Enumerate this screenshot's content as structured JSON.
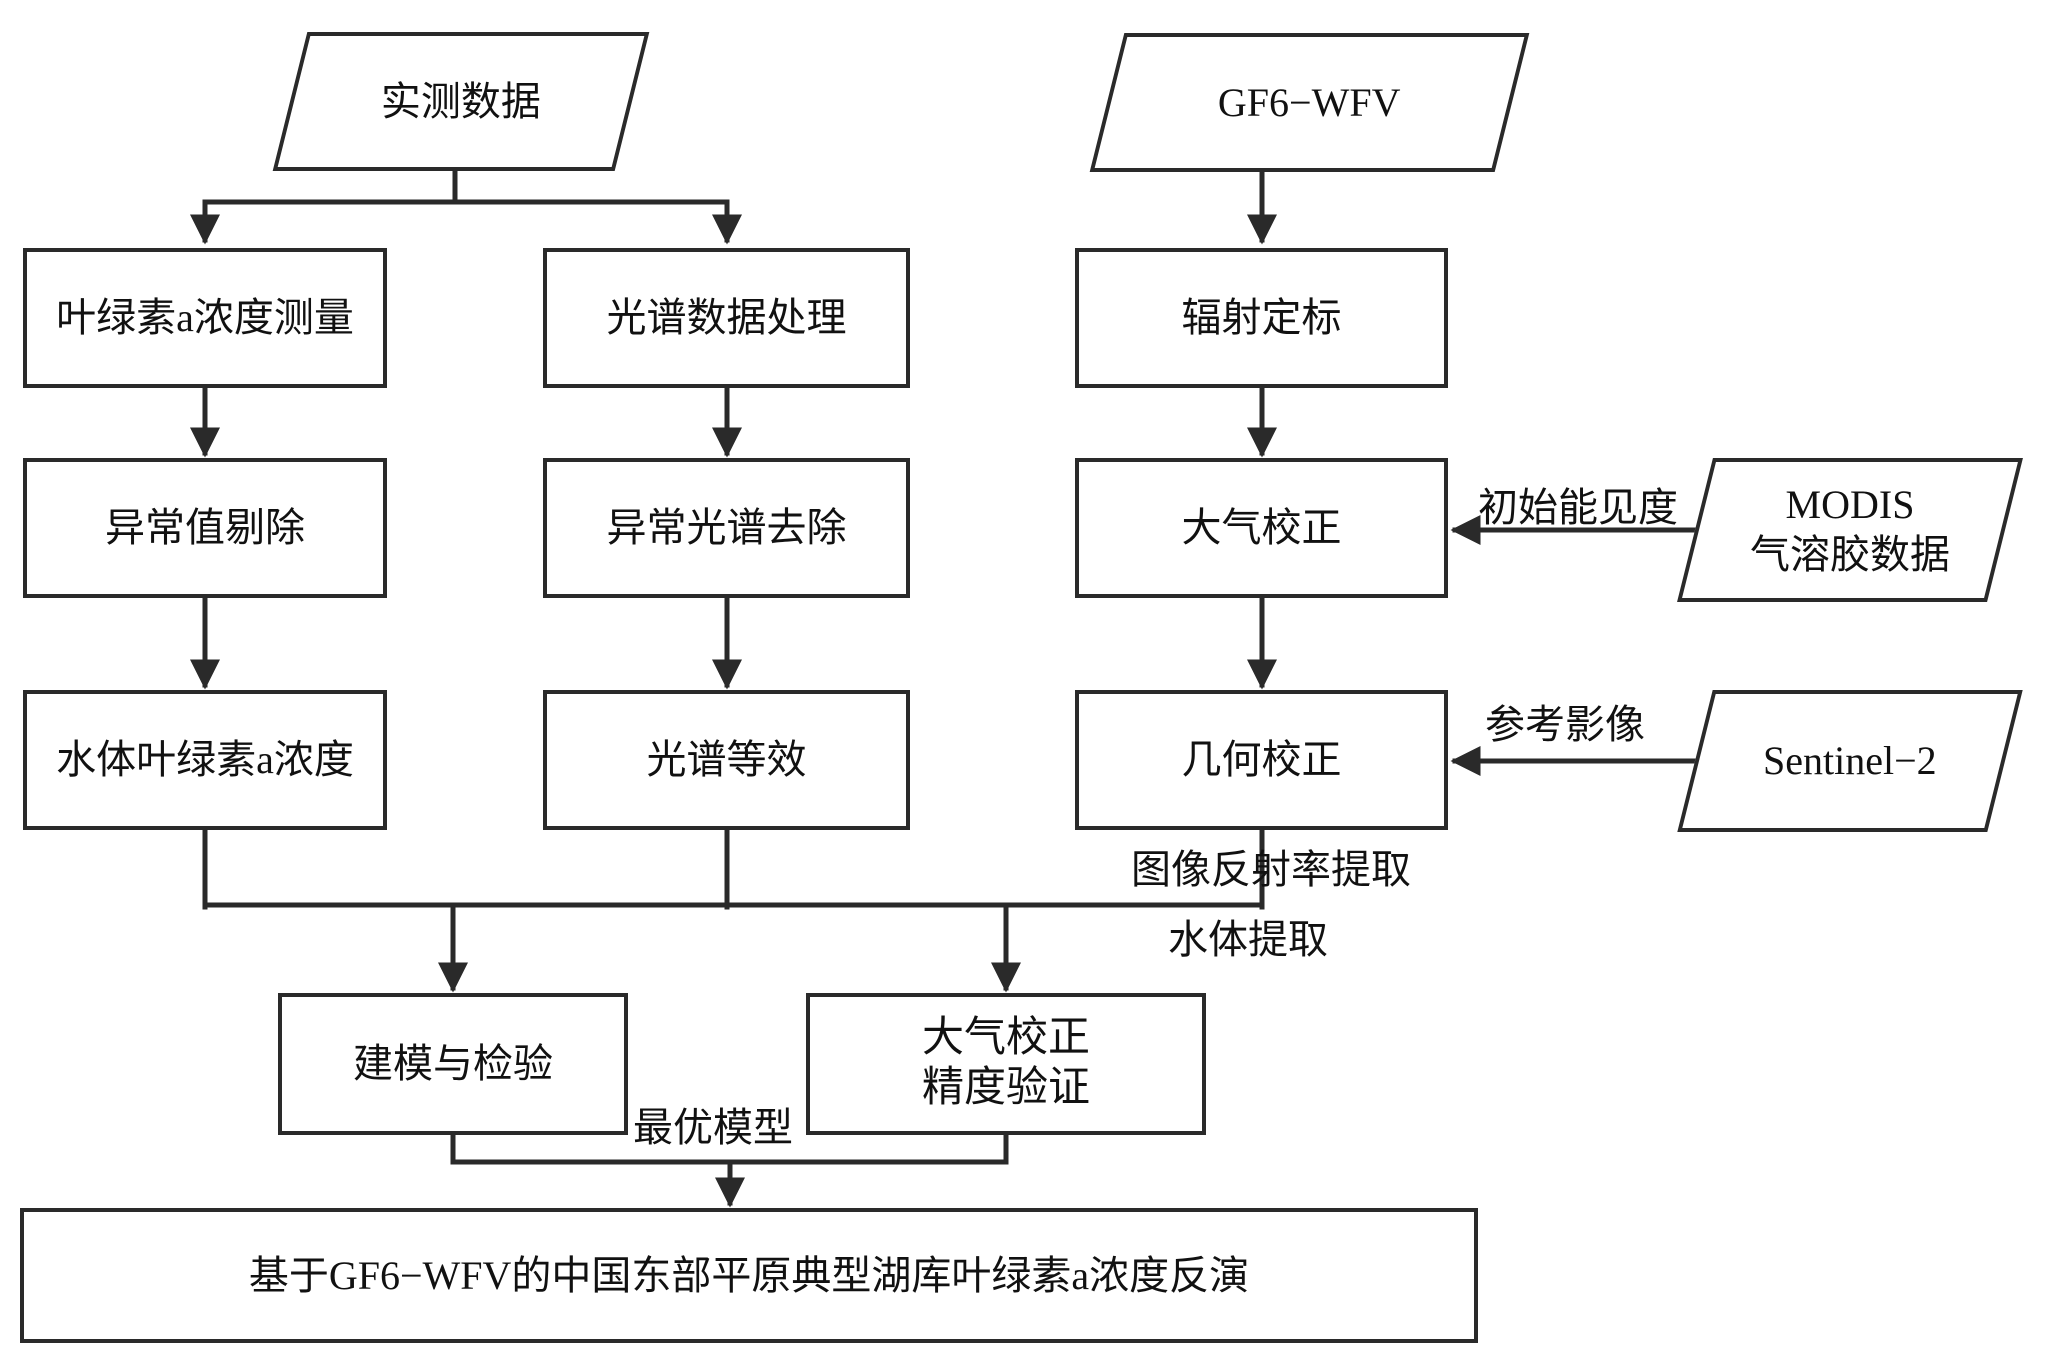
{
  "diagram": {
    "title": "GF6-WFV chlorophyll-a inversion technical flowchart",
    "nodes": {
      "measured_data": {
        "label": "实测数据"
      },
      "gf6_wfv": {
        "label": "GF6−WFV"
      },
      "chla_measurement": {
        "label": "叶绿素a浓度测量"
      },
      "spectral_processing": {
        "label": "光谱数据处理"
      },
      "radiometric_calibration": {
        "label": "辐射定标"
      },
      "outlier_removal": {
        "label": "异常值剔除"
      },
      "abnormal_spectra_removal": {
        "label": "异常光谱去除"
      },
      "atmospheric_correction": {
        "label": "大气校正"
      },
      "modis": {
        "line1": "MODIS",
        "line2": "气溶胶数据"
      },
      "water_chla": {
        "label": "水体叶绿素a浓度"
      },
      "spectral_equivalence": {
        "label": "光谱等效"
      },
      "geometric_correction": {
        "label": "几何校正"
      },
      "sentinel2": {
        "label": "Sentinel−2"
      },
      "modeling_validation": {
        "label": "建模与检验"
      },
      "ac_accuracy_validation": {
        "line1": "大气校正",
        "line2": "精度验证"
      },
      "final_result": {
        "label": "基于GF6−WFV的中国东部平原典型湖库叶绿素a浓度反演"
      }
    },
    "edge_labels": {
      "initial_visibility": "初始能见度",
      "reference_image": "参考影像",
      "image_reflectance_extraction": "图像反射率提取",
      "water_extraction": "水体提取",
      "optimal_model": "最优模型"
    },
    "colors": {
      "line": "#2a2a2a",
      "text": "#111111",
      "background": "#ffffff"
    }
  }
}
